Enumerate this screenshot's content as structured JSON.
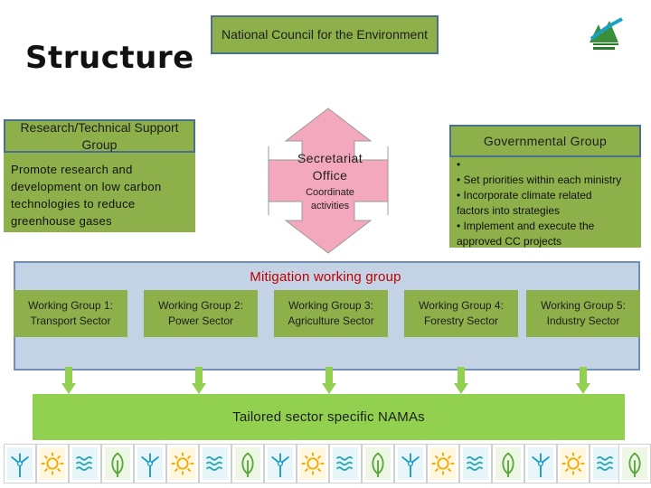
{
  "title": "Structure",
  "council": {
    "label": "National Council for the Environment"
  },
  "logo": {
    "icon": "ministry-logo-icon",
    "accent": "#1aa0c6"
  },
  "research": {
    "title": "Research/Technical Support Group",
    "body": "Promote research and development on low carbon technologies to reduce greenhouse gases"
  },
  "secretariat": {
    "title": "Secretariat Office",
    "subtitle": "Coordinate activities",
    "color": "#f4a8bd"
  },
  "governmental": {
    "title": "Governmental Group",
    "items": [
      "•",
      "• Set priorities within each ministry",
      "• Incorporate climate related",
      "factors into strategies",
      "• Implement and execute the",
      "approved CC projects"
    ]
  },
  "mitigation": {
    "title": "Mitigation working group",
    "title_color": "#c00000",
    "groups": [
      {
        "name": "Working Group 1:",
        "sector": "Transport Sector"
      },
      {
        "name": "Working Group 2:",
        "sector": "Power Sector"
      },
      {
        "name": "Working Group 3:",
        "sector": "Agriculture Sector"
      },
      {
        "name": "Working Group 4:",
        "sector": "Forestry Sector"
      },
      {
        "name": "Working Group 5:",
        "sector": "Industry Sector"
      }
    ]
  },
  "namas": {
    "label": "Tailored sector specific NAMAs"
  },
  "icon_strip": [
    "wind-turbine-icon",
    "sun-icon",
    "water-waves-icon",
    "leaf-icon",
    "wind-turbine-icon",
    "sun-icon",
    "water-waves-icon",
    "leaf-icon",
    "wind-turbine-icon",
    "sun-icon",
    "water-waves-icon",
    "leaf-icon",
    "wind-turbine-icon",
    "sun-icon",
    "water-waves-icon",
    "leaf-icon",
    "wind-turbine-icon",
    "sun-icon",
    "water-waves-icon",
    "leaf-icon"
  ]
}
